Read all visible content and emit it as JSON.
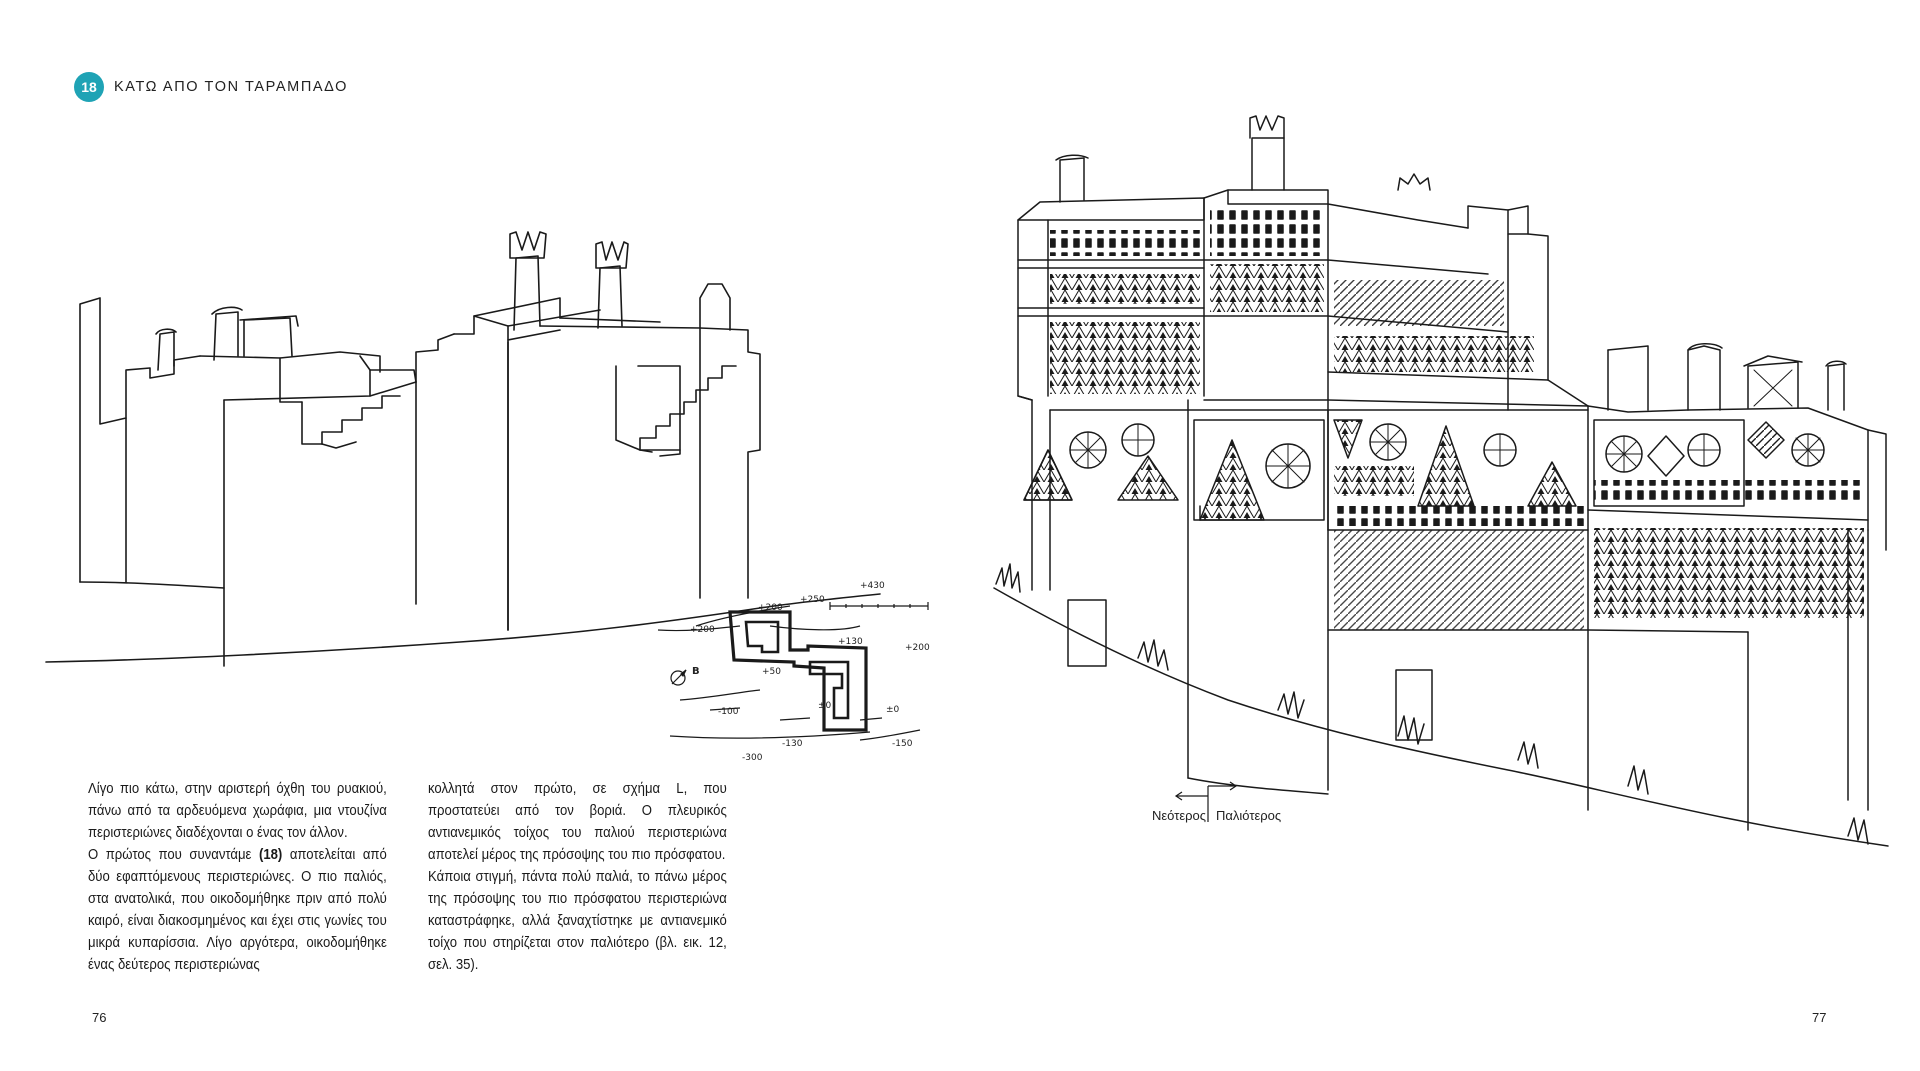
{
  "theme": {
    "accent": "#1fa3b5",
    "ink": "#1a1a1a"
  },
  "header": {
    "chapter_number": "18",
    "chapter_title": "ΚΑΤΩ ΑΠΟ ΤΟΝ ΤΑΡΑΜΠΑΔΟ"
  },
  "left_page": {
    "page_number": "76",
    "plan": {
      "north_label": "B",
      "elevations": [
        "+430",
        "+250",
        "+200",
        "+200",
        "+200",
        "+130",
        "+50",
        "±0",
        "±0",
        "-100",
        "-130",
        "-150",
        "-300"
      ]
    },
    "column_1": {
      "p1": "Λίγο πιο κάτω, στην αριστερή όχθη του ρυακιού, πάνω από τα αρδευόμενα χωράφια, μια ντουζίνα περιστεριώνες διαδέχονται ο ένας τον άλλον.",
      "p2_before": "Ο πρώτος που συναντάμε ",
      "p2_ref": "(18)",
      "p2_after": " αποτελείται από δύο εφαπτόμενους περιστεριώνες. Ο πιο παλιός, στα ανατολικά, που οικοδομήθηκε πριν από πολύ καιρό, είναι διακοσμημένος και έχει στις γωνίες του μικρά κυπαρίσσια. Λίγο αργότερα, οικοδομήθηκε ένας δεύτερος περιστεριώνας"
    },
    "column_2": {
      "p1": "κολλητά στον πρώτο, σε σχήμα L, που προστατεύει από τον βοριά. Ο πλευρικός αντιανεμικός τοίχος του παλιού περιστεριώνα αποτελεί μέρος της πρόσοψης του πιο πρόσφατου.",
      "p2": "Κάποια στιγμή, πάντα πολύ παλιά, το πάνω μέρος της πρόσοψης του πιο πρόσφατου περιστεριώνα καταστράφηκε, αλλά ξαναχτίστηκε με αντιανεμικό τοίχο που στηρίζεται στον παλιότερο (βλ. εικ. 12, σελ. 35)."
    }
  },
  "right_page": {
    "page_number": "77",
    "legend": {
      "newer": "Νεότερος",
      "older": "Παλιότερος"
    }
  }
}
